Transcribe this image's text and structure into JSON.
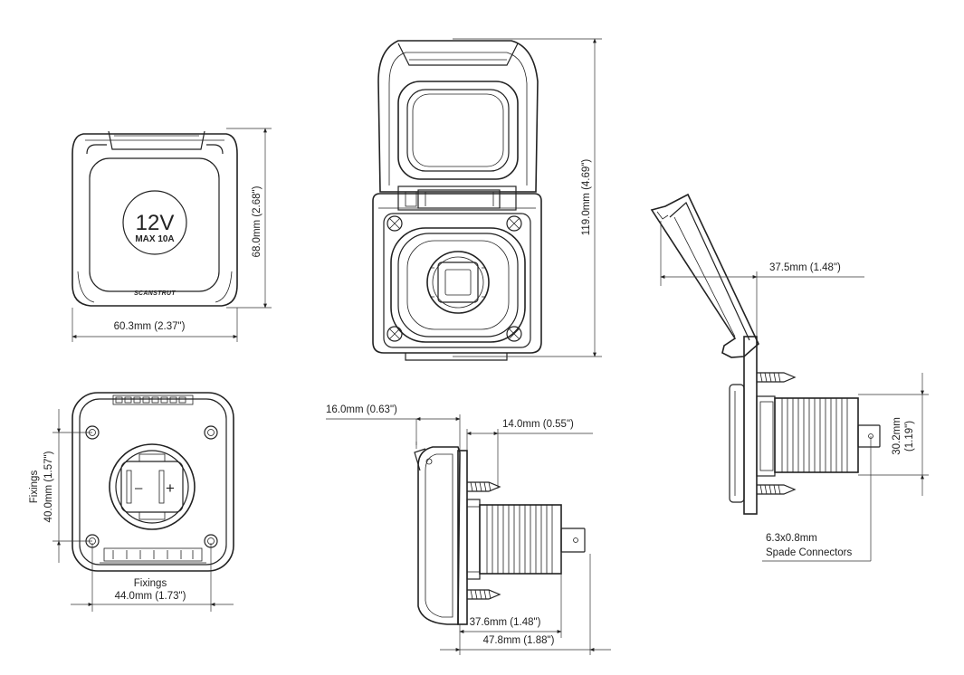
{
  "front_cover": {
    "label_voltage": "12V",
    "label_rating": "MAX 10A",
    "brand": "SCANSTRUT",
    "dim_width": "60.3mm (2.37\")",
    "dim_height": "68.0mm (2.68\")"
  },
  "open_view": {
    "dim_height": "119.0mm (4.69\")"
  },
  "rear_view": {
    "minus_symbol": "–",
    "plus_symbol": "+",
    "dim_fixings_vertical_label": "Fixings",
    "dim_fixings_vertical": "40.0mm (1.57\")",
    "dim_fixings_horizontal_label": "Fixings",
    "dim_fixings_horizontal": "44.0mm (1.73\")"
  },
  "side_view_closed": {
    "dim_front_depth": "16.0mm (0.63\")",
    "dim_flange": "14.0mm (0.55\")",
    "dim_body_depth": "37.6mm (1.48\")",
    "dim_total_depth": "47.8mm (1.88\")"
  },
  "side_view_open": {
    "dim_lid_depth": "37.5mm (1.48\")",
    "dim_body_diameter_line1": "30.2mm",
    "dim_body_diameter_line2": "(1.19\")",
    "connector_label_line1": "6.3x0.8mm",
    "connector_label_line2": "Spade Connectors"
  }
}
